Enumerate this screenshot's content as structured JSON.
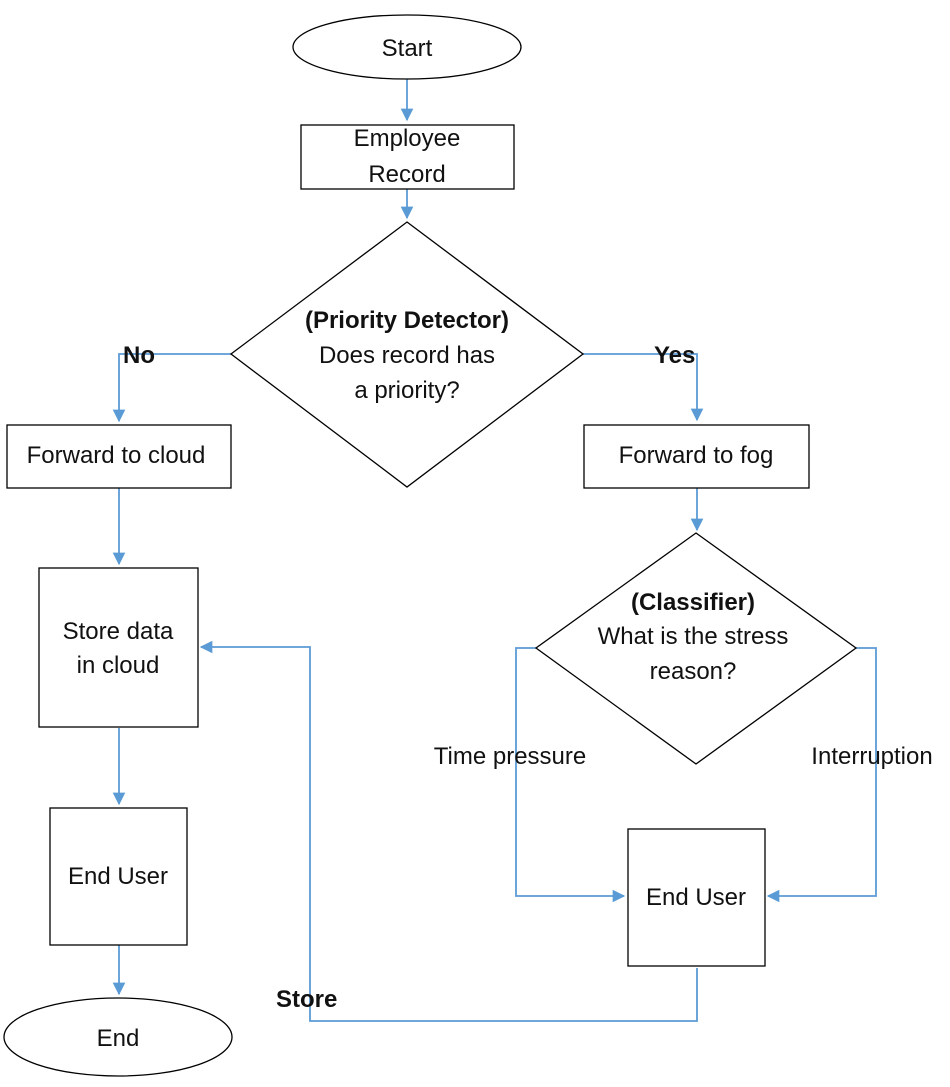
{
  "nodes": {
    "start": "Start",
    "employee_record": [
      "Employee",
      "Record"
    ],
    "priority_detector": [
      "(Priority Detector)",
      "Does record has",
      "a priority?"
    ],
    "forward_cloud": "Forward to cloud",
    "forward_fog": "Forward to fog",
    "store_cloud": [
      "Store data",
      "in cloud"
    ],
    "classifier": [
      "(Classifier)",
      "What is the stress",
      "reason?"
    ],
    "end_user_left": "End User",
    "end_user_right": "End User",
    "end": "End"
  },
  "edge_labels": {
    "no": "No",
    "yes": "Yes",
    "time_pressure": "Time pressure",
    "interruption": "Interruption",
    "store": "Store"
  },
  "colors": {
    "connector": "#5b9bd5",
    "outline": "#000000",
    "text": "#111111"
  }
}
